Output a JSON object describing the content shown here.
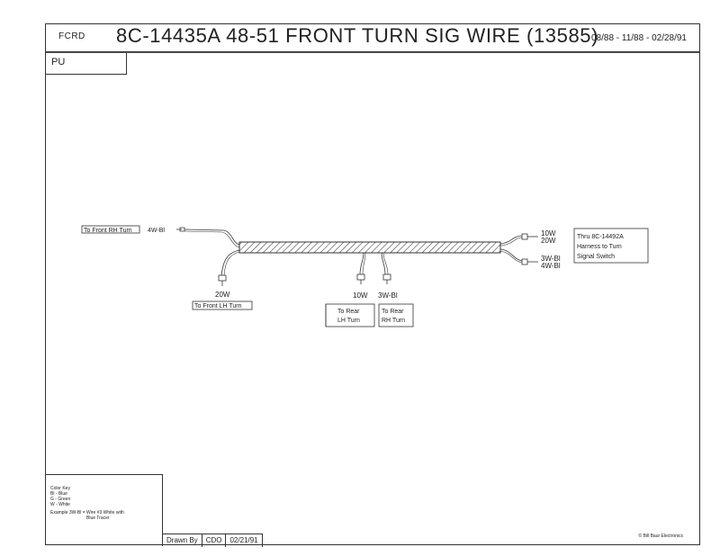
{
  "header": {
    "make": "FCRD",
    "title": "8C-14435A  48-51 FRONT TURN SIG WIRE  (13585)",
    "dates": "08/88 - 11/88 - 02/28/91"
  },
  "sub_box": {
    "label": "PU"
  },
  "connectors": {
    "front_rh": {
      "box_label": "To Front RH Turn",
      "wire": "4W-Bl"
    },
    "front_lh": {
      "wire": "20W",
      "box_label": "To Front LH Turn"
    },
    "rear_lh": {
      "wire": "10W",
      "box_line1": "To Rear",
      "box_line2": "LH Turn"
    },
    "rear_rh": {
      "wire": "3W-Bl",
      "box_line1": "To Rear",
      "box_line2": "RH Turn"
    },
    "switch_top": {
      "wire1": "10W",
      "wire2": "20W"
    },
    "switch_bottom": {
      "wire1": "3W-Bl",
      "wire2": "4W-Bl"
    },
    "switch_box": {
      "line1": "Thru 8C-14492A",
      "line2": "Harness to Turn",
      "line3": "Signal Switch"
    }
  },
  "color_key": {
    "title": "Color Key",
    "items": [
      "Bl - Blue",
      "G - Green",
      "W - White"
    ],
    "example_line1": "Example 3W-Bl = Wire #3 White with",
    "example_line2": "Blue Tracer"
  },
  "footer": {
    "drawn_by_label": "Drawn By",
    "drawn_by": "CDO",
    "date": "02/21/91",
    "copyright": "Bill Baur Electronics"
  }
}
